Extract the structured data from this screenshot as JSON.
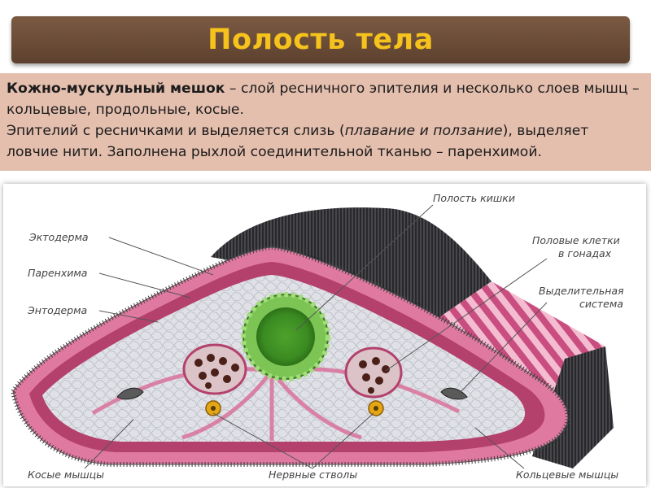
{
  "slide": {
    "title": "Полость тела"
  },
  "text": {
    "term": "Кожно-мускульный мешок",
    "line1_rest": " – слой ресничного эпителия и несколько слоев мышц – кольцевые, продольные, косые.",
    "line2_start": "Эпителий с ресничками и выделяется слизь (",
    "line2_italic": "плавание и ползание",
    "line2_end": "), выделяет ловчие нити. Заполнена рыхлой соединительной тканью – паренхимой."
  },
  "diagram": {
    "labels": {
      "intestine_cavity": "Полость кишки",
      "ectoderm": "Эктодерма",
      "parenchyma": "Паренхима",
      "endoderm": "Энтодерма",
      "germ_cells_1": "Половые клетки",
      "germ_cells_2": "в гонадах",
      "excretory_1": "Выделительная",
      "excretory_2": "система",
      "oblique_muscles": "Косые мышцы",
      "nerve_trunks": "Нервные стволы",
      "circular_muscles": "Кольцевые мышцы"
    },
    "colors": {
      "epidermis": "#d9729a",
      "muscle_dark": "#a9355f",
      "parenchyma": "#dcdde2",
      "intestine": "#5bb535",
      "nerve": "#e3a714",
      "cilia": "#444444"
    }
  }
}
